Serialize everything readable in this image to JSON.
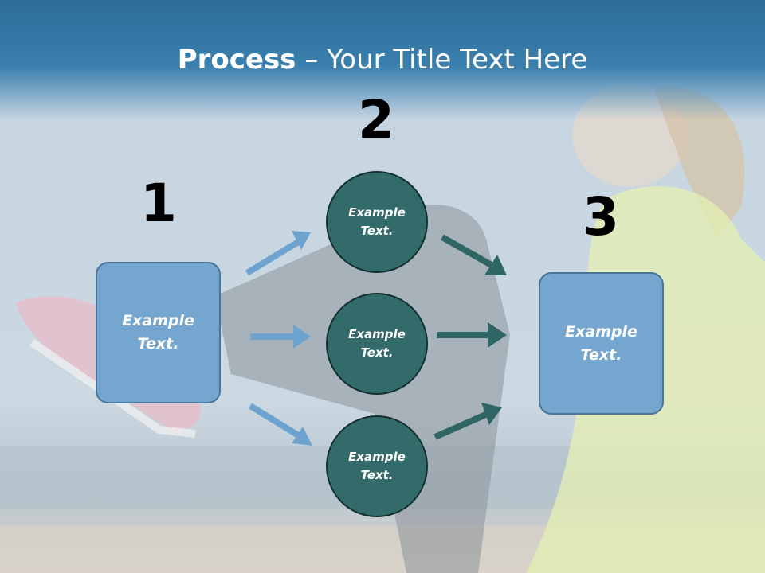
{
  "title": {
    "bold": "Process",
    "rest": " – Your Title Text Here"
  },
  "steps": [
    {
      "number": "1",
      "text": "Example\nText."
    },
    {
      "number": "2",
      "items": [
        "Example\nText.",
        "Example\nText.",
        "Example\nText."
      ]
    },
    {
      "number": "3",
      "text": "Example\nText."
    }
  ],
  "colors": {
    "box": "#74a6cf",
    "circle": "#336a6a",
    "arrow_in": "#6fa3cf",
    "arrow_out": "#2f6565",
    "title_band": "#2d6d99"
  }
}
